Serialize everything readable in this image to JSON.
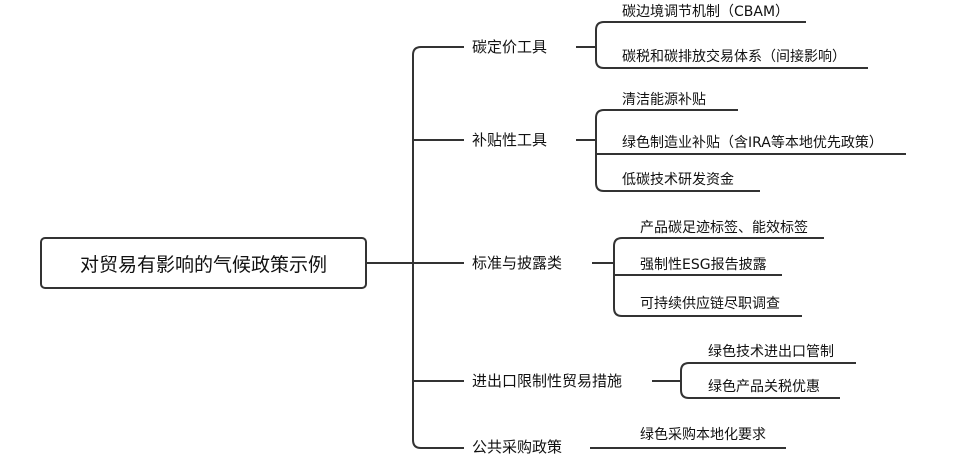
{
  "root": {
    "label": "对贸易有影响的气候政策示例"
  },
  "branches": [
    {
      "label": "碳定价工具",
      "children": [
        "碳边境调节机制（CBAM）",
        "碳税和碳排放交易体系（间接影响）"
      ]
    },
    {
      "label": "补贴性工具",
      "children": [
        "清洁能源补贴",
        "绿色制造业补贴（含IRA等本地优先政策）",
        "低碳技术研发资金"
      ]
    },
    {
      "label": "标准与披露类",
      "children": [
        "产品碳足迹标签、能效标签",
        "强制性ESG报告披露",
        "可持续供应链尽职调查"
      ]
    },
    {
      "label": "进出口限制性贸易措施",
      "children": [
        "绿色技术进出口管制",
        "绿色产品关税优惠"
      ]
    },
    {
      "label": "公共采购政策",
      "children": [
        "绿色采购本地化要求"
      ]
    }
  ]
}
